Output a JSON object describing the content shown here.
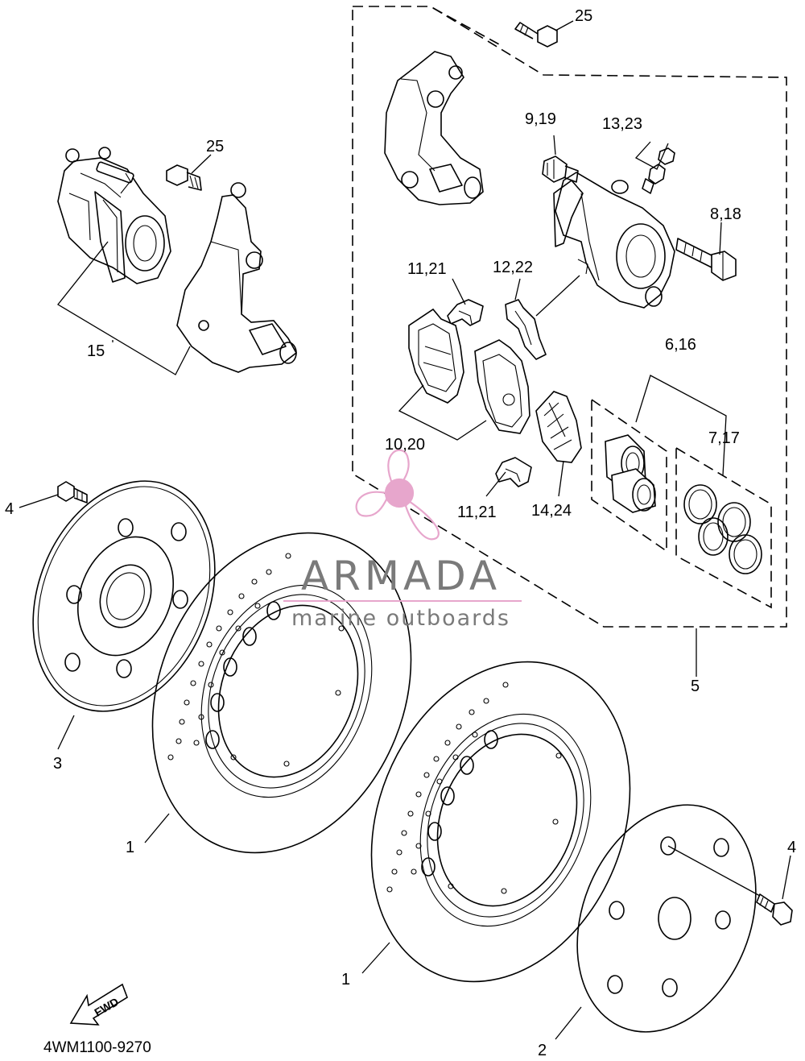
{
  "callouts": {
    "c1a": "1",
    "c1b": "1",
    "c2": "2",
    "c3": "3",
    "c4a": "4",
    "c4b": "4",
    "c5": "5",
    "c6_16": "6,16",
    "c7_17": "7,17",
    "c8_18": "8,18",
    "c9_19": "9,19",
    "c10_20": "10,20",
    "c11_21a": "11,21",
    "c11_21b": "11,21",
    "c12_22": "12,22",
    "c13_23": "13,23",
    "c14_24": "14,24",
    "c15": "15",
    "c25a": "25",
    "c25b": "25"
  },
  "direction": {
    "label": "FWD"
  },
  "diagram_code": "4WM1100-9270",
  "watermark": {
    "name": "ARMADA",
    "tagline": "marine outboards",
    "color_text": "#7a7a7a",
    "color_accent": "#e7a6cc"
  }
}
